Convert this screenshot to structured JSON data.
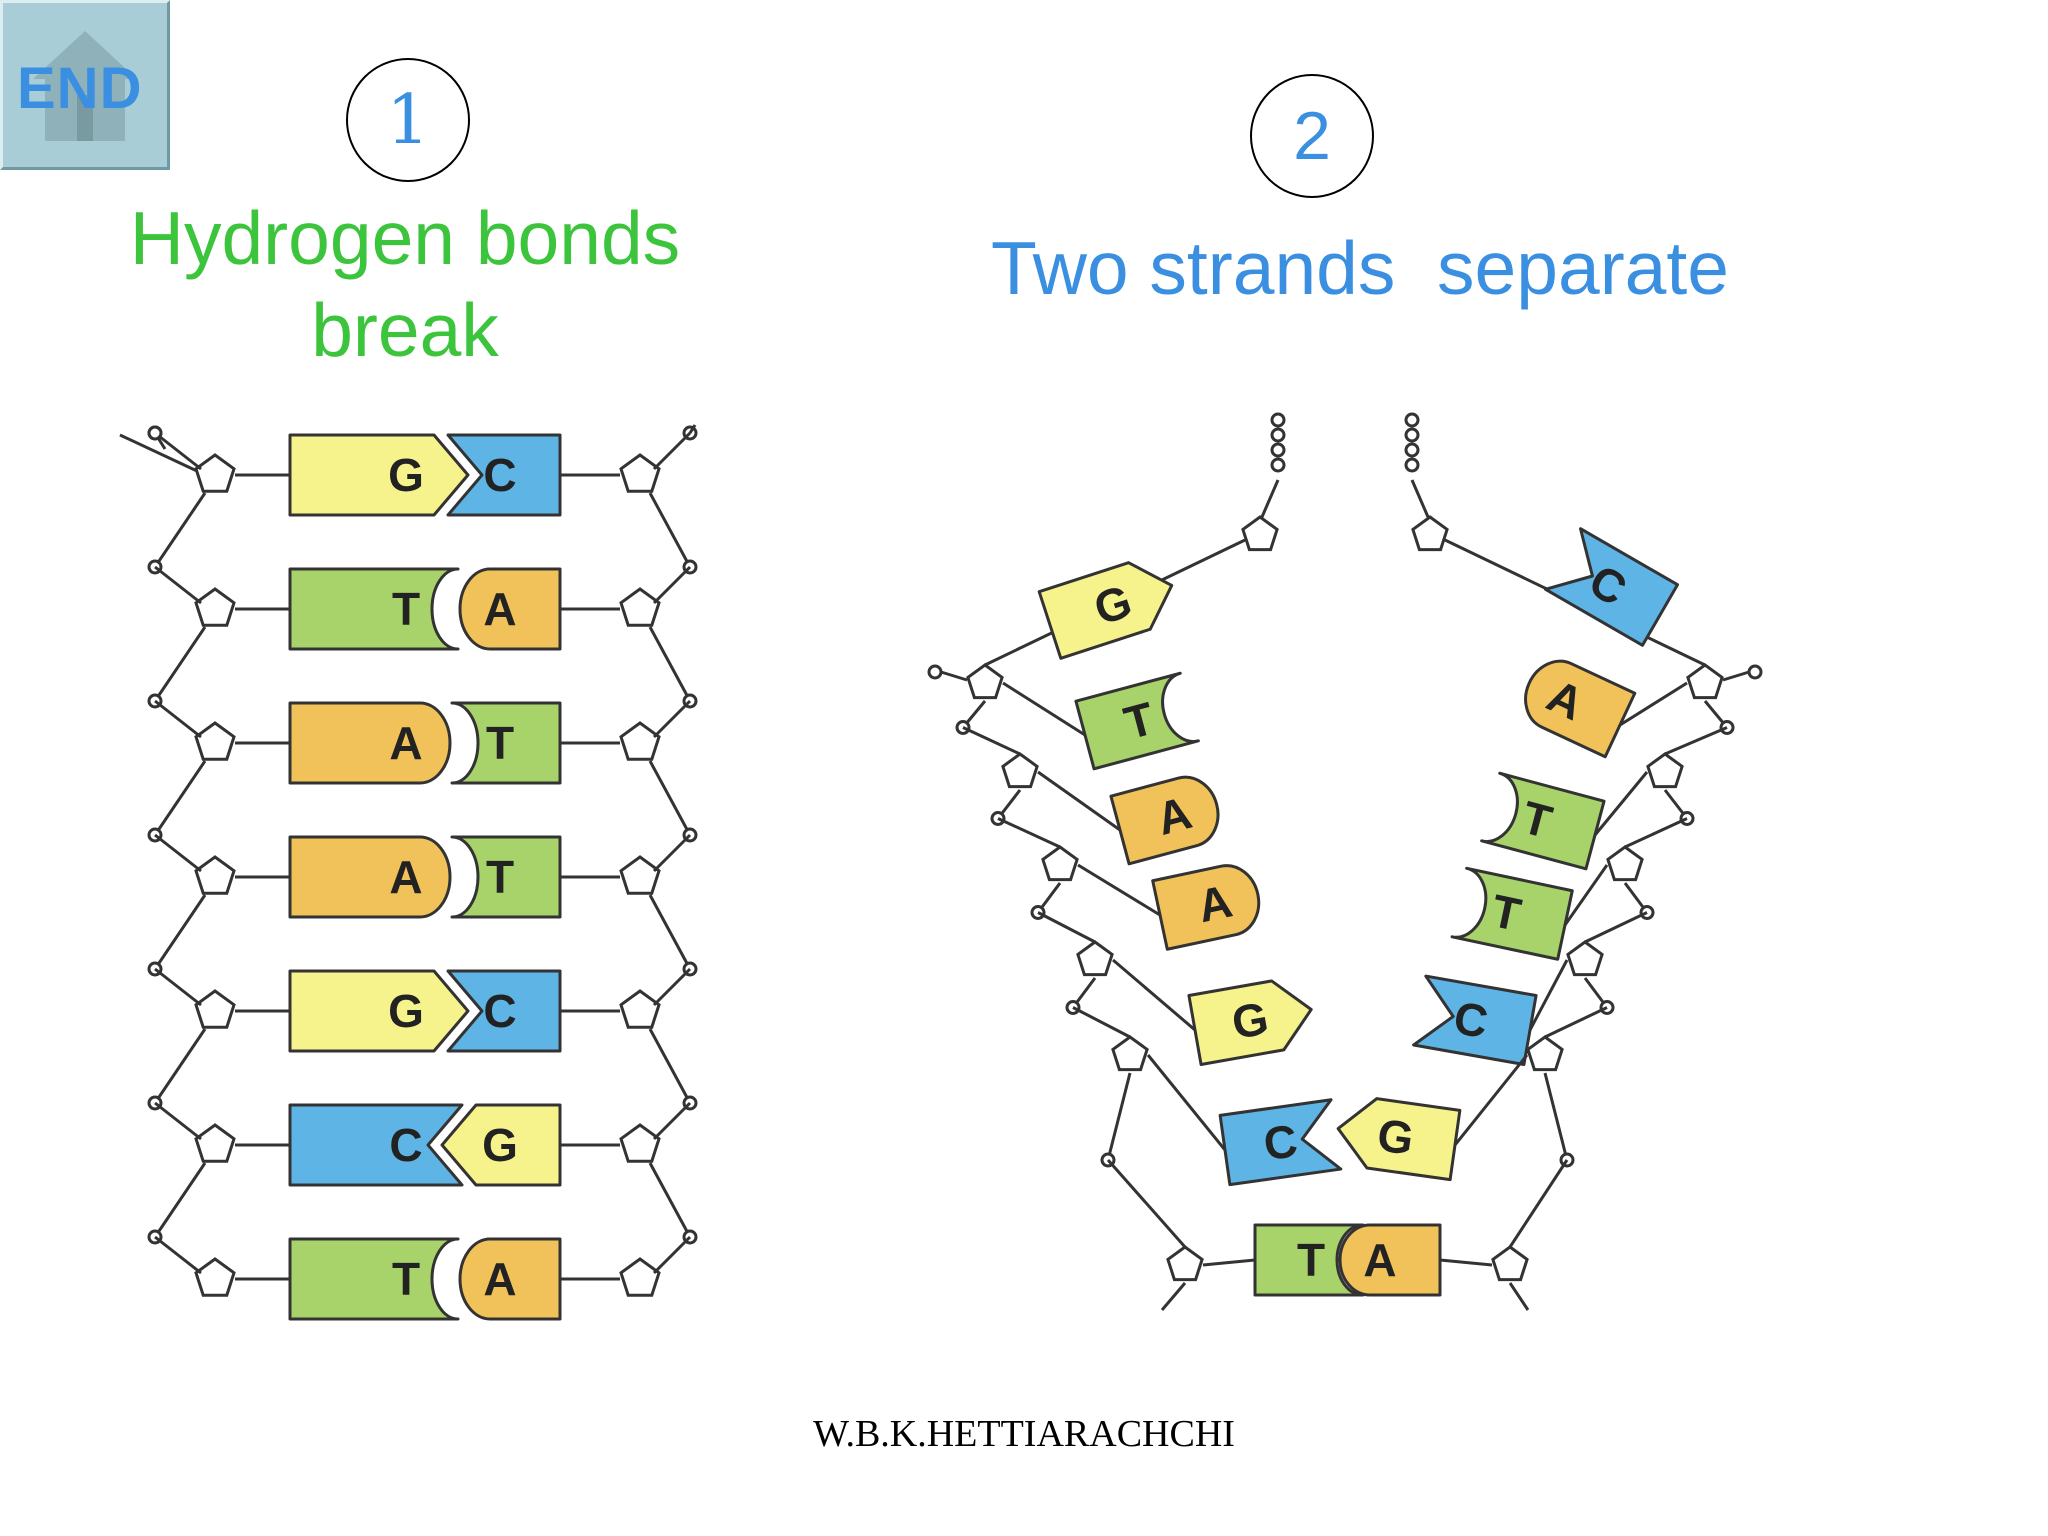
{
  "nav": {
    "end_label": "END",
    "end_icon": "home-icon"
  },
  "steps": [
    {
      "number": "1",
      "title_line1": "Hydrogen bonds",
      "title_line2": "break"
    },
    {
      "number": "2",
      "title": "Two strands  separate"
    }
  ],
  "colors": {
    "G": "#f7f38c",
    "C": "#5fb4e6",
    "A": "#f2c25a",
    "T": "#a8d36a",
    "heading_green": "#3cc43c",
    "heading_blue": "#3b8fe0"
  },
  "ladder_pairs": [
    [
      "G",
      "C"
    ],
    [
      "T",
      "A"
    ],
    [
      "A",
      "T"
    ],
    [
      "A",
      "T"
    ],
    [
      "G",
      "C"
    ],
    [
      "C",
      "G"
    ],
    [
      "T",
      "A"
    ]
  ],
  "separated": {
    "left_strand": [
      "G",
      "T",
      "A",
      "A",
      "G",
      "C",
      "T"
    ],
    "right_strand": [
      "C",
      "A",
      "T",
      "T",
      "C",
      "G",
      "A"
    ]
  },
  "author": "W.B.K.HETTIARACHCHI"
}
